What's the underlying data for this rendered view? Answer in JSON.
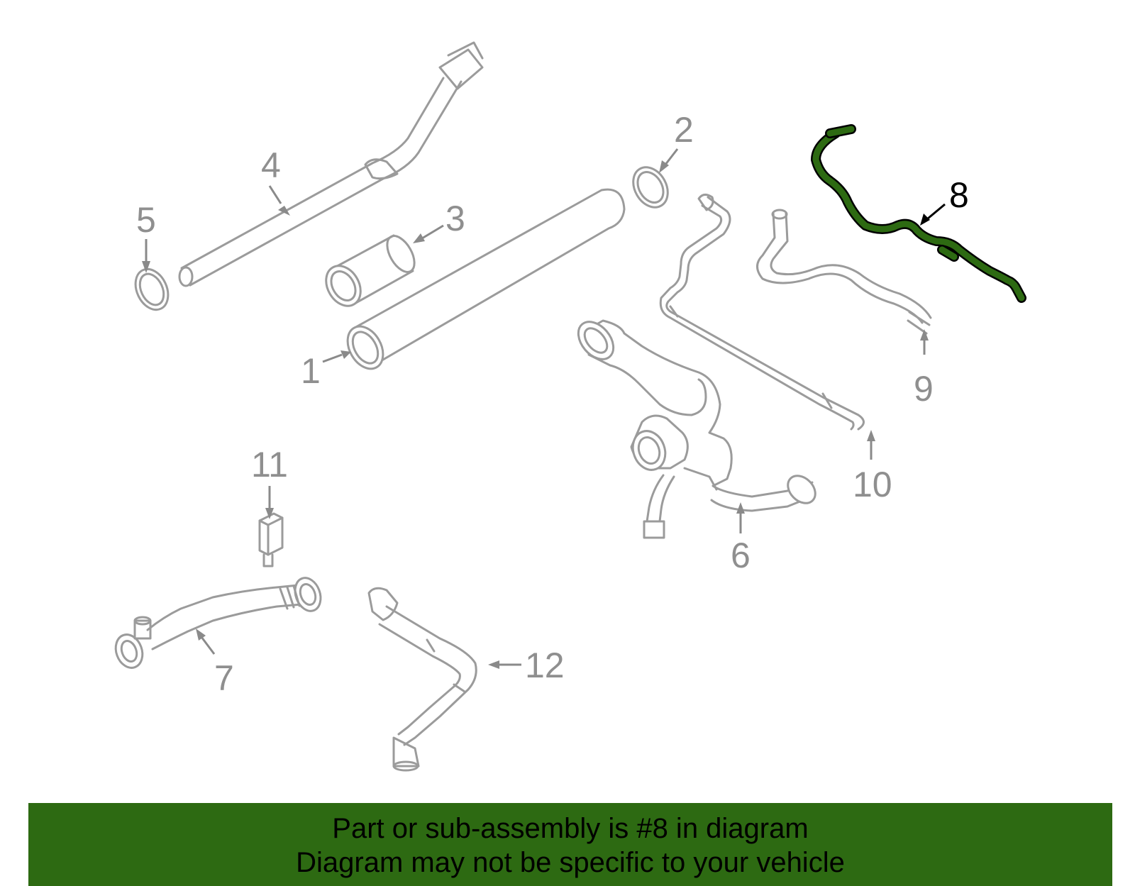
{
  "diagram": {
    "highlighted_part": "8",
    "highlight_color": "#2d6a12",
    "callouts": [
      "1",
      "2",
      "3",
      "4",
      "5",
      "6",
      "7",
      "8",
      "9",
      "10",
      "11",
      "12"
    ]
  },
  "banner": {
    "background": "#2d6a12",
    "line1": "Part or sub-assembly is #8 in diagram",
    "line2": "Diagram may not be specific to your vehicle"
  }
}
